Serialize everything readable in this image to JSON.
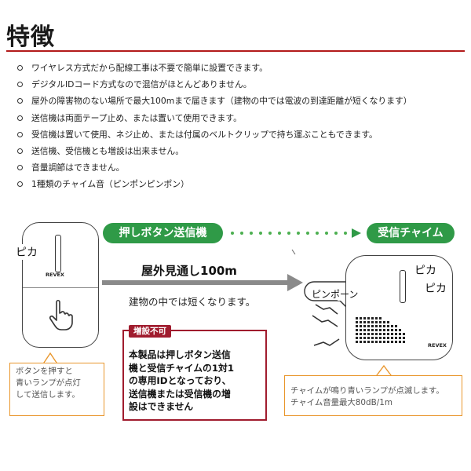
{
  "heading": "特徴",
  "features": [
    "ワイヤレス方式だから配線工事は不要で簡単に設置できます。",
    "デジタルIDコード方式なので混信がほとんどありません。",
    "屋外の障害物のない場所で最大100mまで届きます（建物の中では電波の到達距離が短くなります）",
    "送信機は両面テープ止め、または置いて使用できます。",
    "受信機は置いて使用、ネジ止め、または付属のベルトクリップで持ち運ぶこともできます。",
    "送信機、受信機とも増設は出来ません。",
    "音量調節はできません。",
    "1種類のチャイム音（ピンポンピンポン）"
  ],
  "diagram": {
    "transmitter_label": "押しボタン送信機",
    "receiver_label": "受信チャイム",
    "flash_left": "ピカ",
    "flash_right_1": "ピカ",
    "flash_right_2": "ピカ",
    "brand": "REVEX",
    "chime_sound": "ピンポーン",
    "range": "屋外見通し100m",
    "indoor_note": "建物の中では短くなります。",
    "restriction_badge": "増設不可",
    "restriction_lines": [
      "本製品は押しボタン送信",
      "機と受信チャイムの1対1",
      "の専用IDとなっており、",
      "送信機または受信機の増",
      "設はできません"
    ],
    "tx_note_lines": [
      "ボタンを押すと",
      "青いランプが点灯",
      "して送信します。"
    ],
    "rx_note_lines": [
      "チャイムが鳴り青いランプが点滅します。",
      "チャイム音量最大80dB/1m"
    ]
  },
  "colors": {
    "heading_rule": "#b31b1b",
    "pill_green": "#2f9a47",
    "restriction_red": "#a01c2e",
    "note_orange": "#e9962c"
  },
  "icons": [
    "hand-pointer-icon",
    "flash-rays-icon",
    "sound-wave-icon",
    "speaker-grille-icon"
  ]
}
